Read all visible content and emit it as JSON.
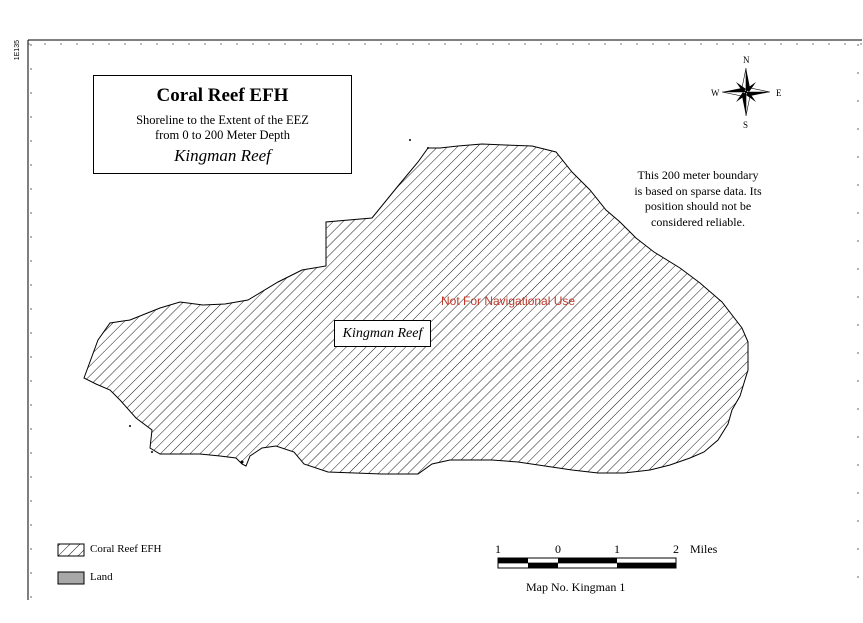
{
  "title": {
    "main": "Coral Reef EFH",
    "subtitle_line1": "Shoreline to the Extent of the EEZ",
    "subtitle_line2": "from 0 to 200 Meter Depth",
    "place": "Kingman Reef"
  },
  "note": {
    "line1": "This 200 meter boundary",
    "line2": "is based on sparse data.  Its",
    "line3": "position should not be",
    "line4": "considered reliable."
  },
  "nav_warning": "Not For Navigational Use",
  "reef_label": "Kingman Reef",
  "compass": {
    "n": "N",
    "s": "S",
    "e": "E",
    "w": "W"
  },
  "legend": {
    "efh_label": "Coral Reef EFH",
    "land_label": "Land",
    "land_color": "#a8a8a8"
  },
  "scale_bar": {
    "ticks": [
      "1",
      "0",
      "1",
      "2"
    ],
    "unit": "Miles"
  },
  "map_number": "Map No. Kingman 1",
  "side_label": "1E135"
}
